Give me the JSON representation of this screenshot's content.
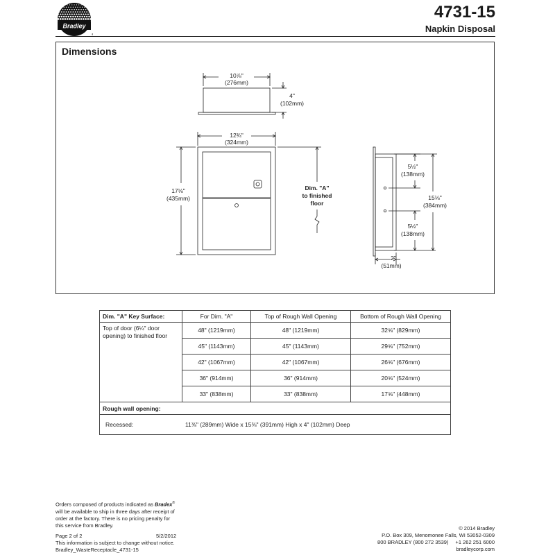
{
  "header": {
    "logo_text": "Bradley",
    "model": "4731-15",
    "product": "Napkin Disposal"
  },
  "dimensions": {
    "title": "Dimensions",
    "top_view": {
      "width_in": "10⅞\"",
      "width_mm": "(276mm)",
      "depth_in": "4\"",
      "depth_mm": "(102mm)"
    },
    "front_view": {
      "width_in": "12¾\"",
      "width_mm": "(324mm)",
      "height_in": "17⅛\"",
      "height_mm": "(435mm)"
    },
    "dim_a_note": [
      "Dim. \"A\"",
      "to finished",
      "floor"
    ],
    "side_view": {
      "upper_in": "5½\"",
      "upper_mm": "(138mm)",
      "total_in": "15⅛\"",
      "total_mm": "(384mm)",
      "lower_in": "5½\"",
      "lower_mm": "(138mm)",
      "depth_in": "2\"",
      "depth_mm": "(51mm)"
    }
  },
  "table": {
    "headers": [
      "Dim. \"A\" Key Surface:",
      "For Dim. \"A\"",
      "Top of Rough Wall Opening",
      "Bottom of Rough Wall Opening"
    ],
    "surface_desc": "Top of door (6¼\" door opening) to finished floor",
    "rows": [
      [
        "48\" (1219mm)",
        "48\" (1219mm)",
        "32⅝\" (829mm)"
      ],
      [
        "45\" (1143mm)",
        "45\" (1143mm)",
        "29⅝\" (752mm)"
      ],
      [
        "42\" (1067mm)",
        "42\" (1067mm)",
        "26⅝\" (676mm)"
      ],
      [
        "36\" (914mm)",
        "36\" (914mm)",
        "20⅝\" (524mm)"
      ],
      [
        "33\" (838mm)",
        "33\" (838mm)",
        "17⅝\" (448mm)"
      ]
    ],
    "rough_label": "Rough wall opening:",
    "recessed_label": "Recessed:",
    "recessed_value": "11⅜\" (289mm) Wide x 15⅜\" (391mm) High x 4\" (102mm) Deep"
  },
  "footer": {
    "orders_pre": "Orders composed of products indicated as ",
    "bradex": "Bradex",
    "orders_lines": [
      "will be available to ship in three days after receipt of",
      "order at the factory. There is no pricing penalty for",
      "this service from Bradley."
    ],
    "page": "Page 2 of 2",
    "date": "5/2/2012",
    "notice": "This information is subject to change without notice.",
    "filename": "Bradley_WasteReceptacle_4731-15",
    "copyright": "© 2014 Bradley",
    "address": "P.O. Box 309, Menomonee Falls, WI 53052-0309",
    "phone": "800 BRADLEY (800 272 3539)",
    "intl_phone": "+1 262 251 6000",
    "website": "bradleycorp.com"
  }
}
